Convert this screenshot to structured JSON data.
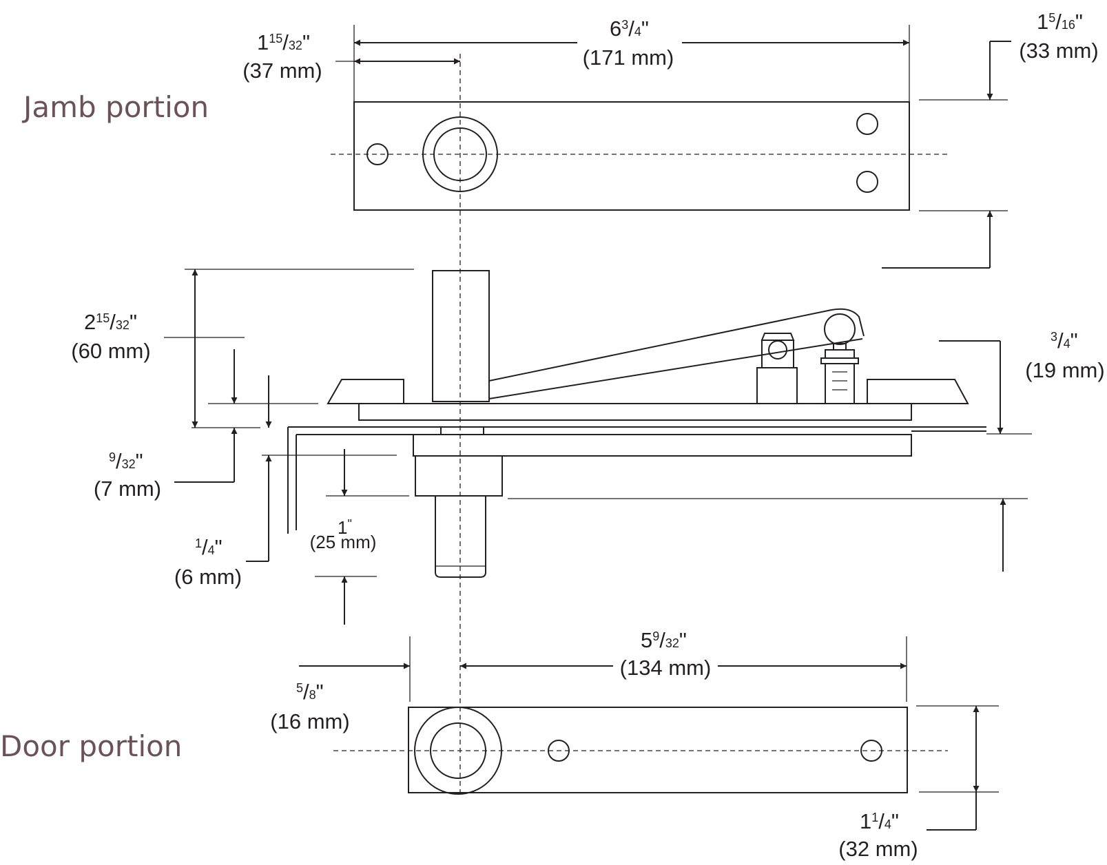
{
  "labels": {
    "jamb": "Jamb portion",
    "door": "Door portion"
  },
  "dimensions": {
    "jamb_length": {
      "whole": "6",
      "num": "3",
      "den": "4",
      "mm": "(171 mm)"
    },
    "jamb_offset": {
      "whole": "1",
      "num": "15",
      "den": "32",
      "mm": "(37 mm)"
    },
    "jamb_width": {
      "whole": "1",
      "num": "5",
      "den": "16",
      "mm": "(33 mm)"
    },
    "height_total": {
      "whole": "2",
      "num": "15",
      "den": "32",
      "mm": "(60 mm)"
    },
    "height_plate": {
      "whole": "",
      "num": "9",
      "den": "32",
      "mm": "(7 mm)"
    },
    "height_quarter": {
      "whole": "",
      "num": "1",
      "den": "4",
      "mm": "(6 mm)"
    },
    "pin_length": {
      "whole": "1",
      "num": "",
      "den": "",
      "mm": "(25 mm)"
    },
    "arm_height": {
      "whole": "",
      "num": "3",
      "den": "4",
      "mm": "(19 mm)"
    },
    "door_length": {
      "whole": "5",
      "num": "9",
      "den": "32",
      "mm": "(134 mm)"
    },
    "door_offset": {
      "whole": "",
      "num": "5",
      "den": "8",
      "mm": "(16 mm)"
    },
    "door_width": {
      "whole": "1",
      "num": "1",
      "den": "4",
      "mm": "(32 mm)"
    }
  },
  "colors": {
    "line": "#231f20",
    "label": "#6b5158"
  }
}
